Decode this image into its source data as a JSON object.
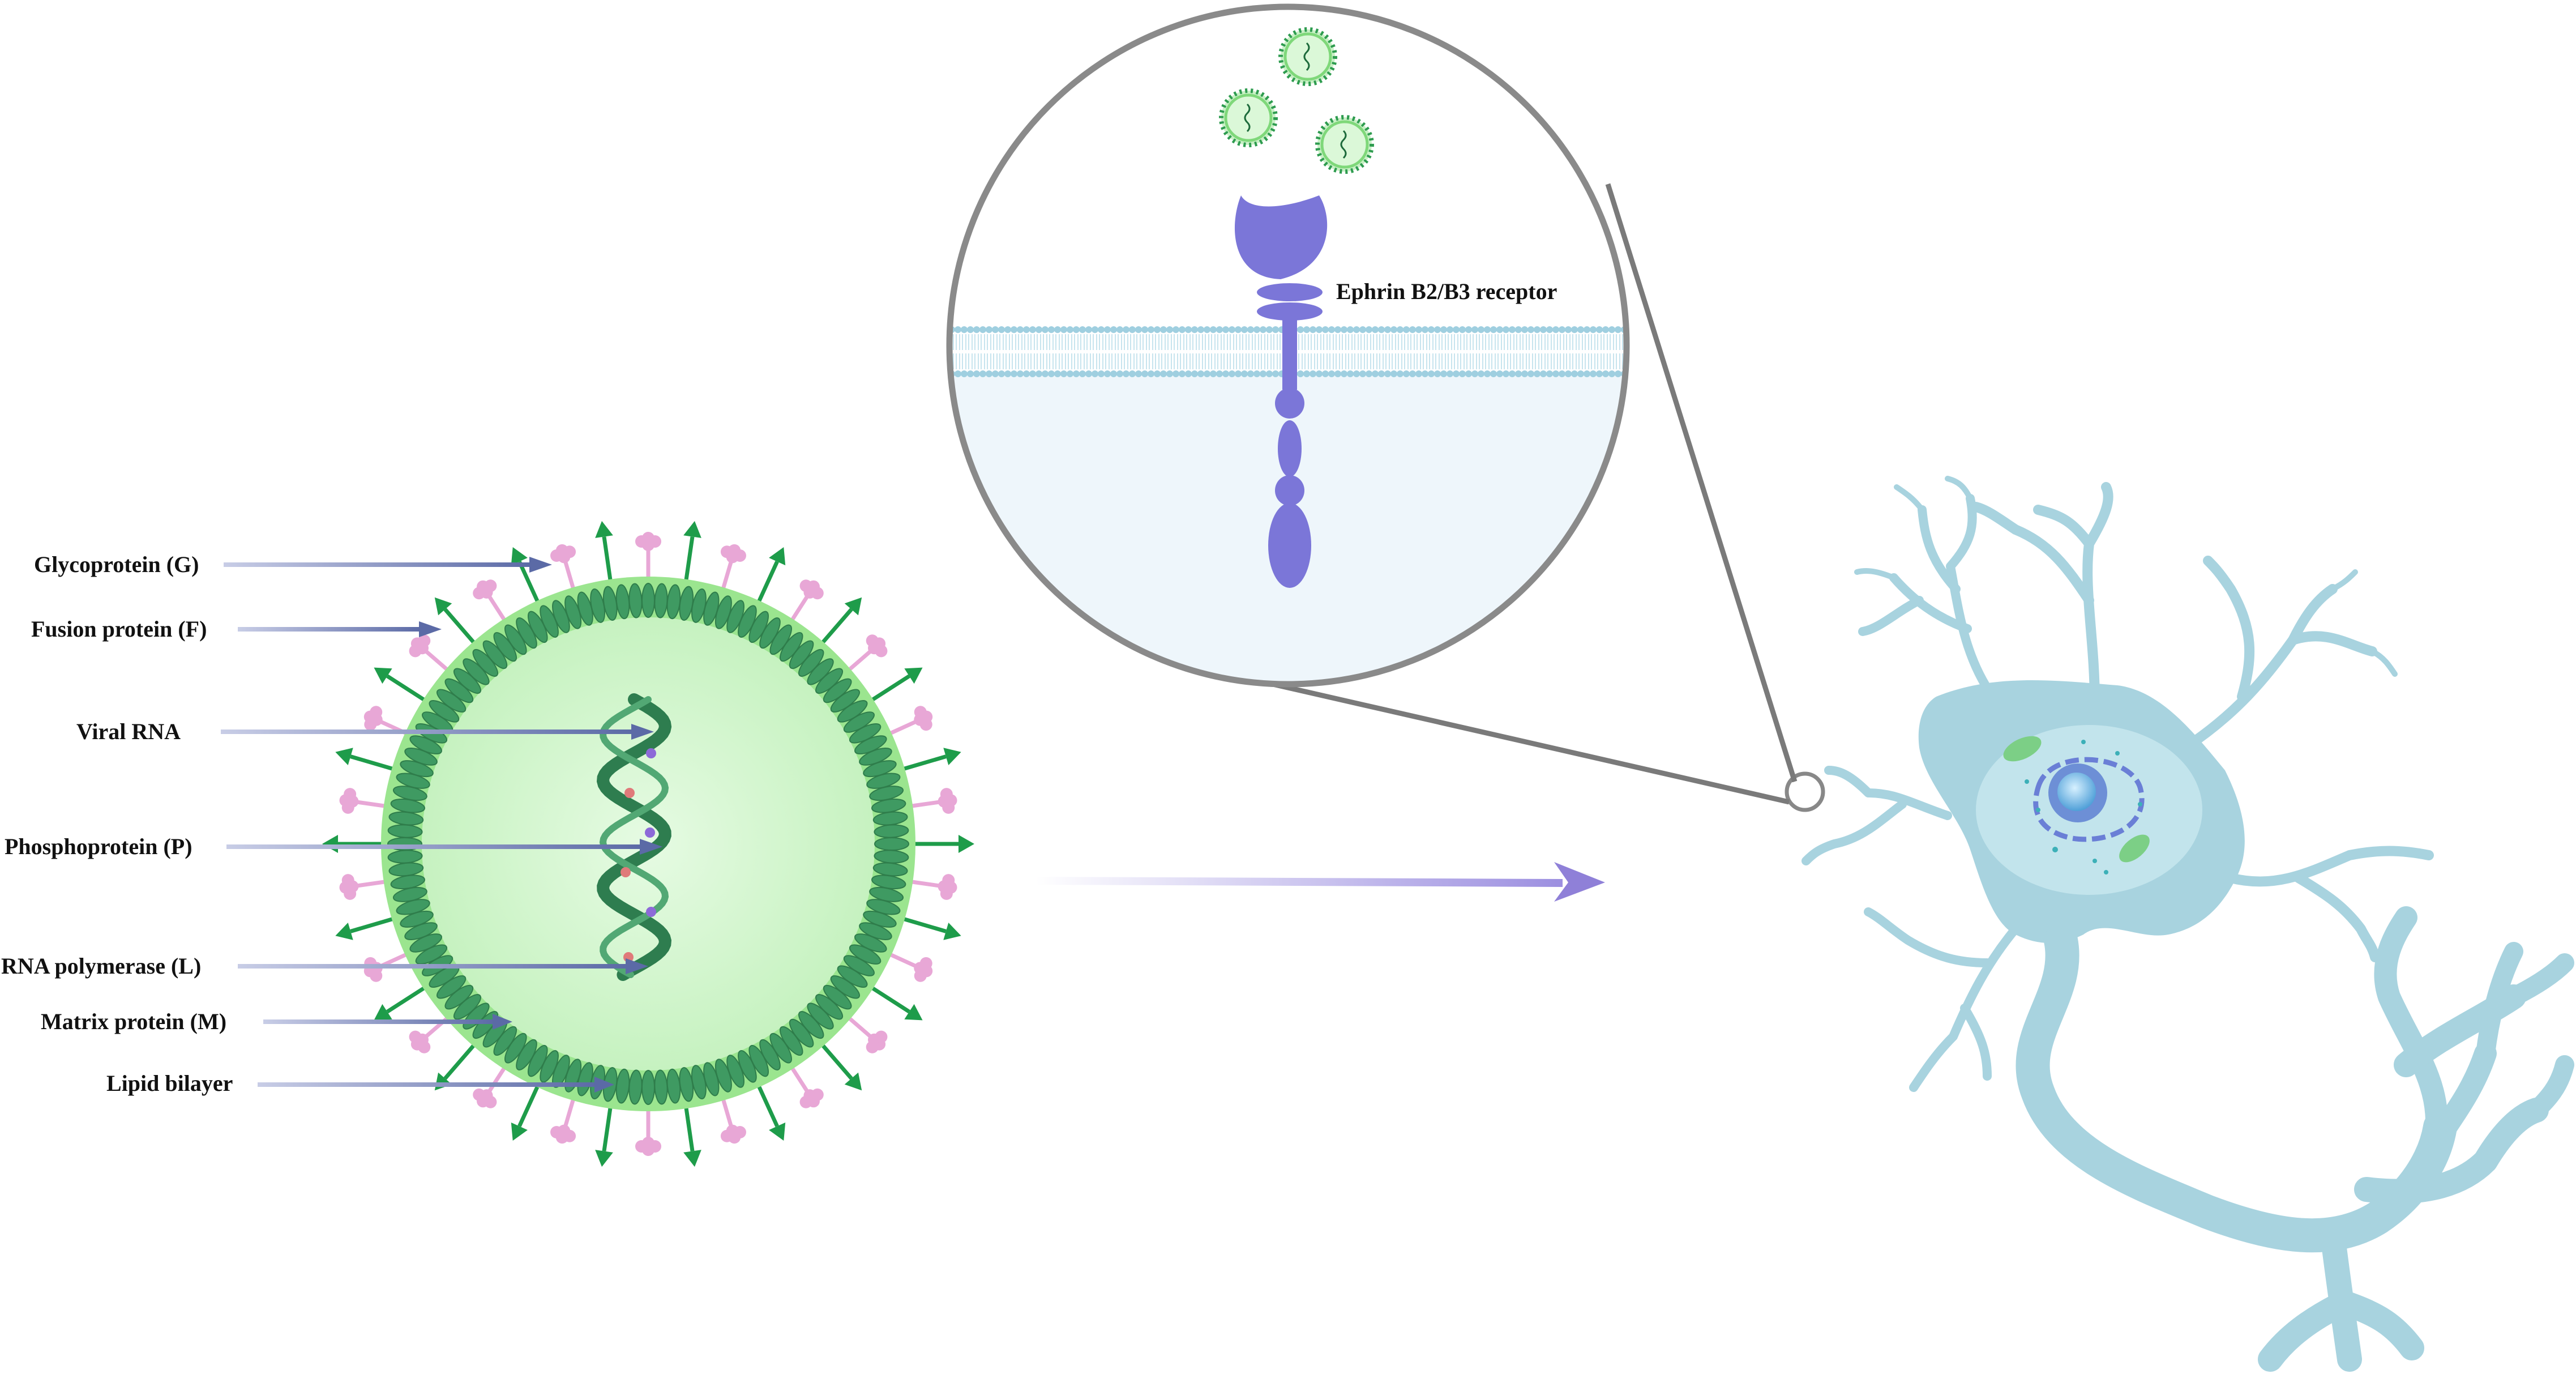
{
  "labels": {
    "glycoprotein": "Glycoprotein (G)",
    "fusion_protein": "Fusion protein (F)",
    "viral_rna": "Viral RNA",
    "phosphoprotein": "Phosphoprotein (P)",
    "rna_polymerase": "RNA polymerase (L)",
    "matrix_protein": "Matrix protein (M)",
    "lipid_bilayer": "Lipid bilayer",
    "receptor": "Ephrin B2/B3 receptor"
  },
  "colors": {
    "arrow": "#5b6aa6",
    "envelope": "#9be58f",
    "interior": "#d6f7d2",
    "matrix": "#3f9a62",
    "glycoprotein": "#1e9c4a",
    "fusion": "#e8a7d6",
    "rna": "#2e7d4f",
    "receptor": "#7b76d8",
    "membrane": "#9fcfe0",
    "neuron": "#a8d3df",
    "transition_arrow": "#a99be0"
  }
}
